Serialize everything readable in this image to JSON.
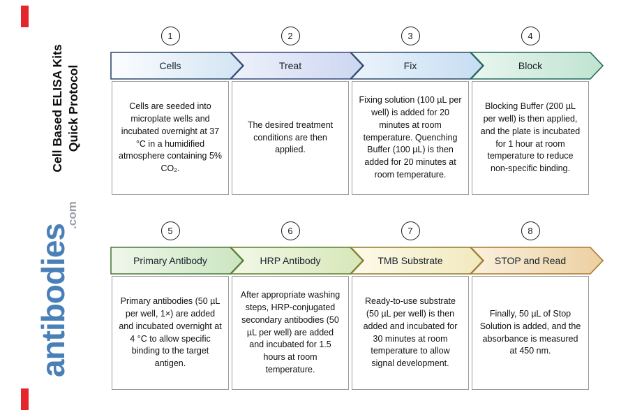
{
  "sidebar": {
    "title_line1": "Cell Based ELISA Kits",
    "title_line2": "Quick Protocol",
    "brand": "antibodies",
    "brand_suffix": ".com",
    "brand_color": "#4a80b8",
    "brand_suffix_color": "#9aa0a6"
  },
  "accent_color": "#e4262c",
  "steps": [
    {
      "number": "1",
      "title": "Cells",
      "description": "Cells are seeded into microplate wells and incubated overnight at 37 °C in a humidified atmosphere containing 5% CO₂.",
      "color_light": "#fcfdff",
      "color_dark": "#d2e4f3",
      "border_color": "#2d4a68"
    },
    {
      "number": "2",
      "title": "Treat",
      "description": "The desired treatment conditions are then applied.",
      "color_light": "#eff2fb",
      "color_dark": "#ccd6f0",
      "border_color": "#35497c"
    },
    {
      "number": "3",
      "title": "Fix",
      "description": "Fixing solution (100 µL per well) is added for 20 minutes at room temperature. Quenching Buffer (100 µL) is then added for 20 minutes at room temperature.",
      "color_light": "#ecf4fc",
      "color_dark": "#c6ddf2",
      "border_color": "#2d4a68"
    },
    {
      "number": "4",
      "title": "Block",
      "description": "Blocking Buffer (200 µL per well) is then applied, and the plate is incubated for 1 hour at room temperature to reduce non-specific binding.",
      "color_light": "#e9f6ef",
      "color_dark": "#bfe3d1",
      "border_color": "#20695a"
    },
    {
      "number": "5",
      "title": "Primary Antibody",
      "description": "Primary antibodies (50 µL per well, 1×) are added and incubated overnight at 4 °C to allow specific binding to the target antigen.",
      "color_light": "#eff7ea",
      "color_dark": "#cbe5c0",
      "border_color": "#47793a"
    },
    {
      "number": "6",
      "title": "HRP Antibody",
      "description": "After appropriate washing steps, HRP-conjugated secondary antibodies (50 µL per well) are added and incubated for 1.5 hours at room temperature.",
      "color_light": "#f3f8e8",
      "color_dark": "#d6e7b8",
      "border_color": "#5f7d2c"
    },
    {
      "number": "7",
      "title": "TMB Substrate",
      "description": "Ready-to-use substrate (50 µL per well) is then added and incubated for 30 minutes at room temperature to allow signal development.",
      "color_light": "#fdfae9",
      "color_dark": "#f1e9bd",
      "border_color": "#8f7c2e"
    },
    {
      "number": "8",
      "title": "STOP and Read",
      "description": "Finally, 50 µL of Stop Solution is added, and the absorbance is measured at 450 nm.",
      "color_light": "#fbf1de",
      "color_dark": "#eccfa0",
      "border_color": "#a87a2f"
    }
  ]
}
